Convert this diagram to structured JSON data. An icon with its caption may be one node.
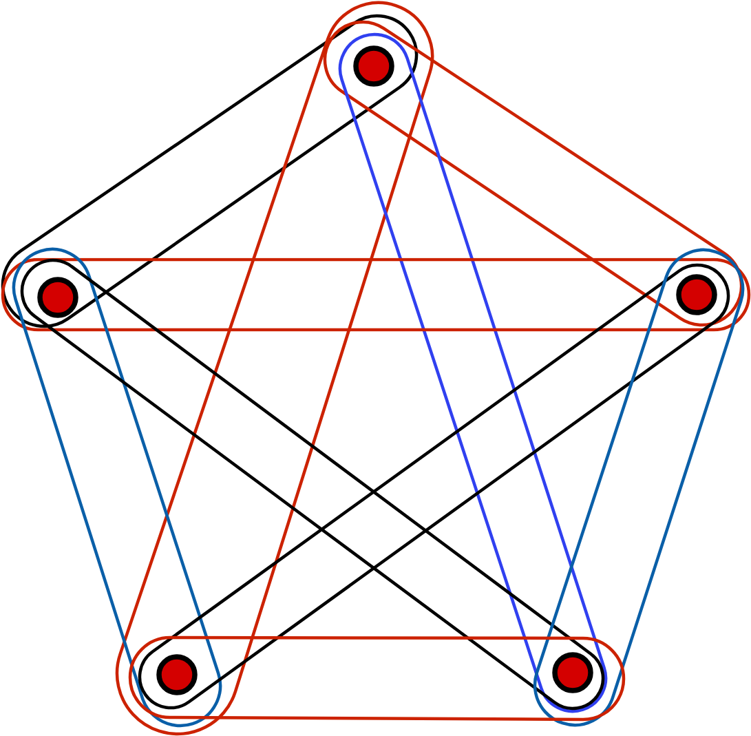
{
  "diagram": {
    "nodes": [
      {
        "text": [],
        "shape": "circle"
      },
      {
        "text": [],
        "shape": "circle"
      },
      {
        "text": [],
        "shape": "circle"
      },
      {
        "text": [],
        "shape": "circle"
      },
      {
        "text": [],
        "shape": "circle"
      }
    ],
    "edges": [
      {
        "from": 0,
        "to": 1,
        "arrow": "none",
        "color": "#000000"
      },
      {
        "from": 0,
        "to": 2,
        "arrow": "none"
      },
      {
        "from": 0,
        "to": 3,
        "arrow": "none"
      },
      {
        "from": 0,
        "to": 4,
        "arrow": "none",
        "color": "#3040f0"
      },
      {
        "from": 1,
        "to": 2,
        "arrow": "none"
      },
      {
        "from": 1,
        "to": 3,
        "arrow": "none",
        "color": "#0a5fa8"
      },
      {
        "from": 1,
        "to": 4,
        "arrow": "none",
        "color": "#000000"
      },
      {
        "from": 2,
        "to": 3,
        "arrow": "none",
        "color": "#000000"
      },
      {
        "from": 2,
        "to": 4,
        "arrow": "none",
        "color": "#0a5fa8"
      },
      {
        "from": 3,
        "to": 4,
        "arrow": "none"
      }
    ]
  }
}
